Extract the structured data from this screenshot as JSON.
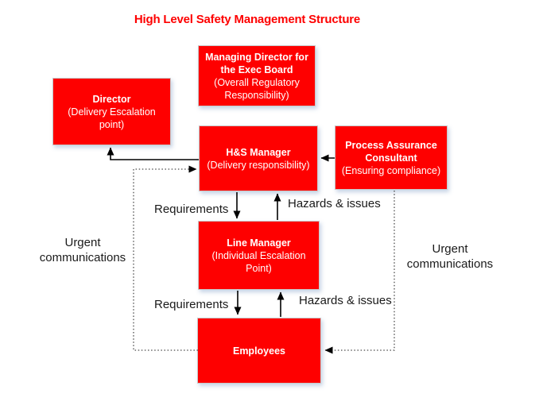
{
  "title": "High Level Safety Management Structure",
  "colors": {
    "box_fill": "#fe0000",
    "box_text": "#ffffff",
    "title_text": "#fe0000",
    "label_text": "#1a1a1a",
    "solid_line": "#000000",
    "dotted_line": "#4a4a4a"
  },
  "nodes": {
    "managing_director": {
      "name": "Managing Director for the Exec Board",
      "role": "(Overall Regulatory Responsibility)"
    },
    "director": {
      "name": "Director",
      "role": "(Delivery Escalation point)"
    },
    "hs_manager": {
      "name": "H&S Manager",
      "role": "(Delivery responsibility)"
    },
    "process_assurance": {
      "name": "Process Assurance Consultant",
      "role": "(Ensuring compliance)"
    },
    "line_manager": {
      "name": "Line Manager",
      "role": "(Individual Escalation Point)"
    },
    "employees": {
      "name": "Employees",
      "role": ""
    }
  },
  "labels": {
    "requirements_upper": "Requirements",
    "hazards_upper": "Hazards & issues",
    "requirements_lower": "Requirements",
    "hazards_lower": "Hazards & issues",
    "urgent_left": "Urgent communications",
    "urgent_right": "Urgent communications"
  },
  "edges": [
    {
      "from": "hs_manager",
      "to": "director",
      "style": "solid-arrow"
    },
    {
      "from": "process_assurance",
      "to": "hs_manager",
      "style": "solid-arrow"
    },
    {
      "from": "hs_manager",
      "to": "line_manager",
      "style": "solid-arrow",
      "label": "Requirements"
    },
    {
      "from": "line_manager",
      "to": "hs_manager",
      "style": "solid-arrow",
      "label": "Hazards & issues"
    },
    {
      "from": "line_manager",
      "to": "employees",
      "style": "solid-arrow",
      "label": "Requirements"
    },
    {
      "from": "employees",
      "to": "line_manager",
      "style": "solid-arrow",
      "label": "Hazards & issues"
    },
    {
      "from": "employees",
      "to": "hs_manager",
      "style": "dotted-arrow",
      "label": "Urgent communications"
    },
    {
      "from": "process_assurance",
      "to": "employees",
      "style": "dotted-arrow",
      "label": "Urgent communications"
    }
  ]
}
